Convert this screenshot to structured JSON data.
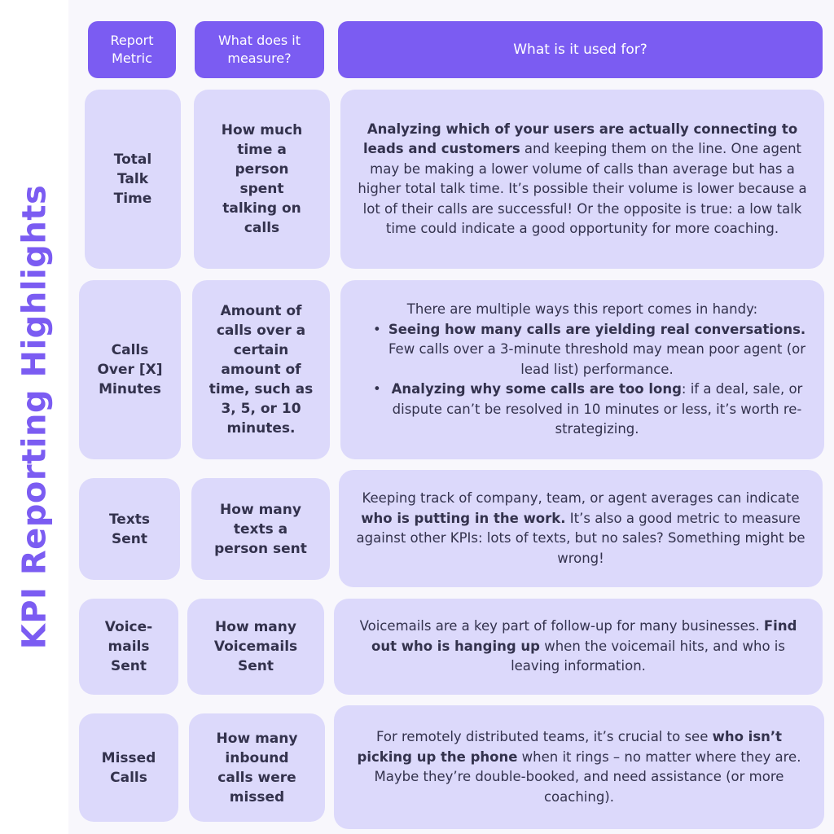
{
  "side_title": "KPI Reporting Highlights",
  "headers": {
    "metric": "Report Metric",
    "measure": "What does it measure?",
    "usage": "What is it used for?"
  },
  "rows": [
    {
      "metric": "Total Talk Time",
      "measure": "How much time a person spent talking on calls",
      "usage_bold": "Analyzing which of your users are actually connecting to leads and customers",
      "usage_text": " and keeping them on the line. One agent may be making a lower volume of calls than average but has a higher total talk time. It’s possible their volume is lower because a lot of their calls are successful! Or the opposite is true: a low talk time could indicate a good opportunity for more coaching."
    },
    {
      "metric": "Calls Over [X] Minutes",
      "measure": "Amount of calls over a certain amount of time, such as 3, 5, or 10 minutes.",
      "usage_intro": "There are multiple ways this report comes in handy:",
      "bullets": [
        {
          "bold": "Seeing how many calls are yielding real conversations.",
          "text": " Few calls over a 3-minute threshold may mean poor agent (or lead list) performance."
        },
        {
          "bold": "Analyzing why some calls are too long",
          "text": ": if a deal, sale, or dispute can’t be resolved in 10 minutes or less, it’s worth re-strategizing."
        }
      ]
    },
    {
      "metric": "Texts Sent",
      "measure": "How many texts a person sent",
      "usage_pre": "Keeping track of company, team, or agent averages can indicate ",
      "usage_bold": "who is putting in the work.",
      "usage_post": " It’s also a good metric to measure against other KPIs: lots of texts, but no sales? Something might be wrong!"
    },
    {
      "metric": "Voice-mails Sent",
      "measure": "How many Voicemails Sent",
      "usage_pre": "Voicemails are a key part of follow-up for many businesses. ",
      "usage_bold": "Find out who is hanging up",
      "usage_post": " when the voicemail hits, and who is leaving information."
    },
    {
      "metric": "Missed Calls",
      "measure": "How many inbound calls were missed",
      "usage_pre": "For remotely distributed teams, it’s crucial to see ",
      "usage_bold": "who isn’t picking up the phone",
      "usage_post": " when it rings – no matter where they are. Maybe they’re double-booked, and need assistance (or more coaching)."
    }
  ],
  "colors": {
    "accent": "#7b5cf2",
    "cell": "#dcd9fb",
    "text": "#33324d",
    "panel": "#f8f7fc"
  }
}
